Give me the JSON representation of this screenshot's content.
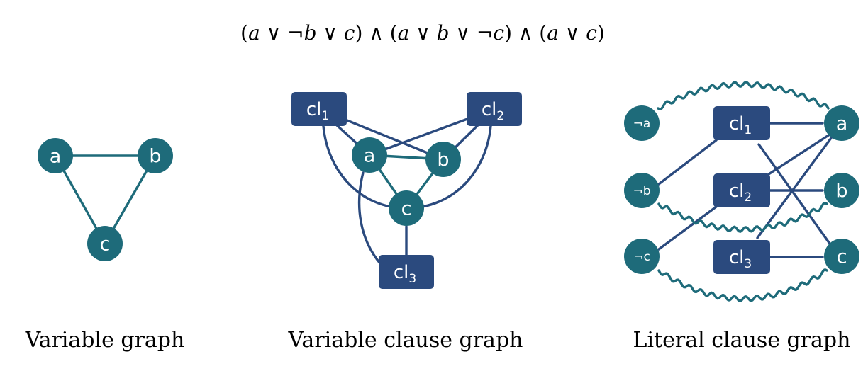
{
  "formula": {
    "tokens": [
      {
        "t": "(",
        "op": true
      },
      {
        "t": "a"
      },
      {
        "t": " ∨ ",
        "op": true
      },
      {
        "t": "¬",
        "op": true
      },
      {
        "t": "b"
      },
      {
        "t": " ∨ ",
        "op": true
      },
      {
        "t": "c"
      },
      {
        "t": ")",
        "op": true
      },
      {
        "t": " ∧ ",
        "op": true
      },
      {
        "t": "(",
        "op": true
      },
      {
        "t": "a"
      },
      {
        "t": " ∨ ",
        "op": true
      },
      {
        "t": "b"
      },
      {
        "t": " ∨ ",
        "op": true
      },
      {
        "t": "¬",
        "op": true
      },
      {
        "t": "c"
      },
      {
        "t": ")",
        "op": true
      },
      {
        "t": " ∧ ",
        "op": true
      },
      {
        "t": "(",
        "op": true
      },
      {
        "t": "a"
      },
      {
        "t": " ∨ ",
        "op": true
      },
      {
        "t": "c"
      },
      {
        "t": ")",
        "op": true
      }
    ]
  },
  "colors": {
    "variable_node": "#1e6b7a",
    "clause_node": "#2b4a7e",
    "variable_edge": "#1e6b7a",
    "clause_edge": "#2b4a7e"
  },
  "graphs": {
    "variable_graph": {
      "caption": "Variable graph",
      "nodes": [
        {
          "id": "a",
          "label": "a"
        },
        {
          "id": "b",
          "label": "b"
        },
        {
          "id": "c",
          "label": "c"
        }
      ],
      "edges": [
        [
          "a",
          "b"
        ],
        [
          "a",
          "c"
        ],
        [
          "b",
          "c"
        ]
      ]
    },
    "variable_clause_graph": {
      "caption": "Variable clause graph",
      "variables": [
        {
          "id": "a",
          "label": "a"
        },
        {
          "id": "b",
          "label": "b"
        },
        {
          "id": "c",
          "label": "c"
        }
      ],
      "clauses": [
        {
          "id": "cl1",
          "label": "cl",
          "sub": "1"
        },
        {
          "id": "cl2",
          "label": "cl",
          "sub": "2"
        },
        {
          "id": "cl3",
          "label": "cl",
          "sub": "3"
        }
      ],
      "variable_edges": [
        [
          "a",
          "b"
        ],
        [
          "a",
          "c"
        ],
        [
          "b",
          "c"
        ]
      ],
      "clause_edges": [
        [
          "cl1",
          "a"
        ],
        [
          "cl1",
          "b"
        ],
        [
          "cl1",
          "c"
        ],
        [
          "cl2",
          "a"
        ],
        [
          "cl2",
          "b"
        ],
        [
          "cl2",
          "c"
        ],
        [
          "cl3",
          "a"
        ],
        [
          "cl3",
          "c"
        ]
      ]
    },
    "literal_clause_graph": {
      "caption": "Literal clause graph",
      "positive_literals": [
        {
          "id": "a",
          "label": "a"
        },
        {
          "id": "b",
          "label": "b"
        },
        {
          "id": "c",
          "label": "c"
        }
      ],
      "negative_literals": [
        {
          "id": "na",
          "label": "¬a"
        },
        {
          "id": "nb",
          "label": "¬b"
        },
        {
          "id": "nc",
          "label": "¬c"
        }
      ],
      "clauses": [
        {
          "id": "cl1",
          "label": "cl",
          "sub": "1"
        },
        {
          "id": "cl2",
          "label": "cl",
          "sub": "2"
        },
        {
          "id": "cl3",
          "label": "cl",
          "sub": "3"
        }
      ],
      "clause_edges": [
        [
          "cl1",
          "a"
        ],
        [
          "cl1",
          "nb"
        ],
        [
          "cl1",
          "c"
        ],
        [
          "cl2",
          "a"
        ],
        [
          "cl2",
          "b"
        ],
        [
          "cl2",
          "nc"
        ],
        [
          "cl3",
          "a"
        ],
        [
          "cl3",
          "c"
        ]
      ],
      "complement_edges": [
        [
          "na",
          "a"
        ],
        [
          "nb",
          "b"
        ],
        [
          "nc",
          "c"
        ]
      ]
    }
  }
}
